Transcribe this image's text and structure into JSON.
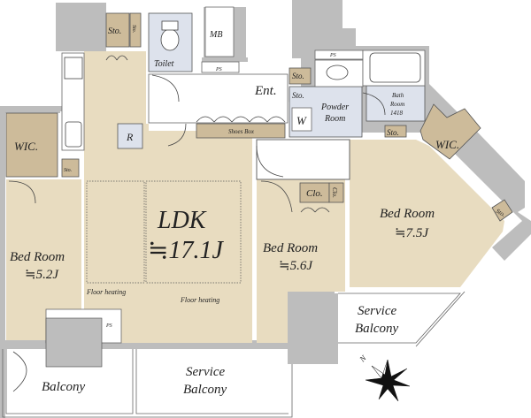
{
  "colors": {
    "wall": "#bdbdbd",
    "floor_wood": "#e8dcc0",
    "storage": "#cdbb9a",
    "wet_area": "#dde2ec",
    "white": "#ffffff",
    "line": "#444444"
  },
  "rooms": {
    "ldk": {
      "name": "LDK",
      "size": "≒17.1J"
    },
    "bed_west": {
      "name": "Bed Room",
      "size": "≒5.2J"
    },
    "bed_center": {
      "name": "Bed Room",
      "size": "≒5.6J"
    },
    "bed_east": {
      "name": "Bed Room",
      "size": "≒7.5J"
    },
    "toilet": {
      "name": "Toilet"
    },
    "mb": {
      "name": "MB"
    },
    "entrance": {
      "name": "Ent."
    },
    "powder_room": {
      "line1": "Powder",
      "line2": "Room"
    },
    "bath_room": {
      "line1": "Bath",
      "line2": "Room",
      "line3": "1418"
    },
    "wic_west": {
      "name": "WIC."
    },
    "wic_east": {
      "name": "WIC."
    },
    "balcony": {
      "name": "Balcony"
    },
    "service_balcony_south": {
      "line1": "Service",
      "line2": "Balcony"
    },
    "service_balcony_east": {
      "line1": "Service",
      "line2": "Balcony"
    }
  },
  "labels": {
    "sto": "Sto.",
    "ps": "PS",
    "shoes_box": "Shoes Box",
    "clo": "Clo.",
    "refrigerator": "R",
    "washer": "W",
    "floor_heating": "Floor heating"
  },
  "compass": {
    "north_label": "N"
  }
}
